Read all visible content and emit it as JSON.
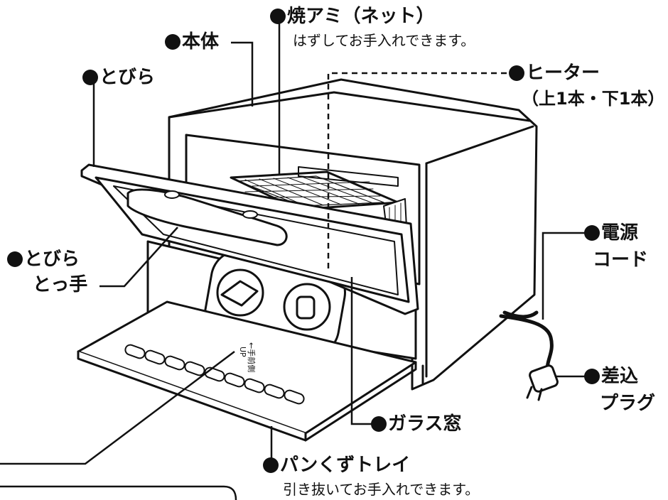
{
  "labels": {
    "grill_net": {
      "title": "焼アミ（ネット）",
      "note": "はずしてお手入れできます。"
    },
    "body": {
      "title": "本体"
    },
    "door": {
      "title": "とびら"
    },
    "heater": {
      "title": "ヒーター",
      "detail": "（上1本・下1本）"
    },
    "door_handle": {
      "line1": "とびら",
      "line2": "とっ手"
    },
    "power_cord": {
      "line1": "電源",
      "line2": "コード"
    },
    "plug": {
      "line1": "差込",
      "line2": "プラグ"
    },
    "glass_window": {
      "title": "ガラス窓"
    },
    "crumb_tray": {
      "title": "パンくずトレイ",
      "note": "引き抜いてお手入れできます。"
    }
  },
  "tray_marking": {
    "line1": "←手前側",
    "line2": "UP"
  }
}
